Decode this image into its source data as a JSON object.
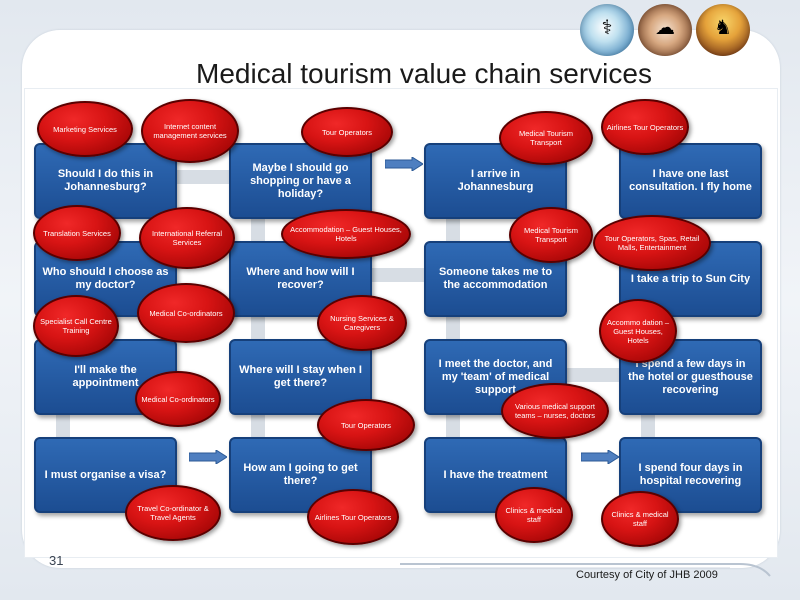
{
  "title": "Medical tourism value chain services",
  "slide_number": "31",
  "courtesy": "Courtesy of City of JHB 2009",
  "header_images": [
    {
      "name": "surgery-photo",
      "icon": "surgery-icon"
    },
    {
      "name": "spa-massage-photo",
      "icon": "massage-icon"
    },
    {
      "name": "horse-safari-photo",
      "icon": "horse-icon"
    }
  ],
  "colors": {
    "box": "#1f5196",
    "oval": "#d81414",
    "connector": "#d7dde4"
  },
  "columns": [
    {
      "boxes": [
        "Should I do this in Johannesburg?",
        "Who should I choose as my doctor?",
        "I'll make the appointment",
        "I must organise a visa?"
      ]
    },
    {
      "boxes": [
        "Maybe I should go shopping or have a holiday?",
        "Where and how will I recover?",
        "Where will I stay when I get there?",
        "How am I going to get there?"
      ]
    },
    {
      "boxes": [
        "I arrive in Johannesburg",
        "Someone takes me to the accommodation",
        "I meet the doctor, and my 'team' of medical support",
        "I have the treatment"
      ]
    },
    {
      "boxes": [
        "I have one last consultation. I fly home",
        "I take a trip to Sun City",
        "I spend a few days in the hotel or guesthouse recovering",
        "I spend four days in hospital recovering"
      ]
    }
  ],
  "ovals": [
    "Marketing Services",
    "Internet content management services",
    "Tour Operators",
    "Medical Tourism Transport",
    "Airlines Tour Operators",
    "Translation Services",
    "International Referral Services",
    "Accommodation – Guest Houses, Hotels",
    "Medical Tourism Transport",
    "Tour Operators, Spas, Retail Malls, Entertainment",
    "Specialist Call Centre Training",
    "Medical Co-ordinators",
    "Nursing Services & Caregivers",
    "Accommo dation – Guest Houses, Hotels",
    "Medical Co-ordinators",
    "Various medical support teams – nurses, doctors",
    "Tour Operators",
    "Travel Co-ordinator & Travel Agents",
    "Airlines Tour Operators",
    "Clinics & medical staff",
    "Clinics & medical staff"
  ]
}
